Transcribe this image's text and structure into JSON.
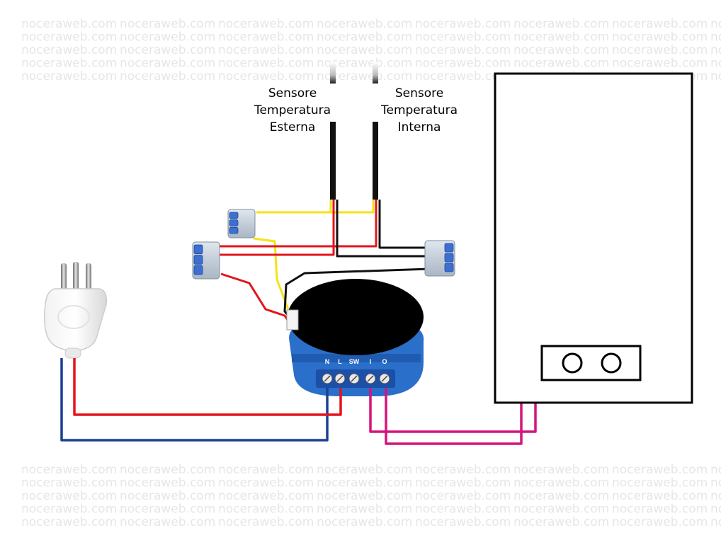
{
  "watermark": {
    "text": "noceraweb.com"
  },
  "sensor_external": {
    "line1": "Sensore",
    "line2": "Temperatura",
    "line3": "Esterna"
  },
  "sensor_internal": {
    "line1": "Sensore",
    "line2": "Temperatura",
    "line3": "Interna"
  },
  "relay_module": {
    "terminals": {
      "n": "N",
      "l": "L",
      "sw": "SW",
      "i": "I",
      "o": "O"
    }
  },
  "colors": {
    "neutral_wire": "#1c3f94",
    "live_wire": "#e3141c",
    "boiler_wire": "#d4147d",
    "sensor_data_wire": "#f5e216",
    "sensor_ground_wire": "#111111",
    "module_blue": "#2a6fc9",
    "terminal_block": "#1b4fa8"
  }
}
